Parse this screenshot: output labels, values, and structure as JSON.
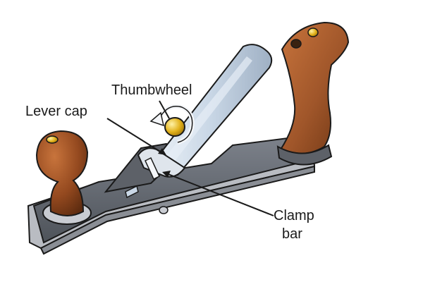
{
  "labels": {
    "thumbwheel": "Thumbwheel",
    "lever_cap": "Lever cap",
    "clamp_bar_line1": "Clamp",
    "clamp_bar_line2": "bar"
  },
  "colors": {
    "body_grey": "#6b7079",
    "body_dark": "#4a4e55",
    "sole_light": "#b9bcc2",
    "wood": "#a0562a",
    "wood_dark": "#6e3614",
    "brass": "#e2b21c",
    "blade": "#c9d7e6",
    "outline": "#1a1a1a"
  }
}
